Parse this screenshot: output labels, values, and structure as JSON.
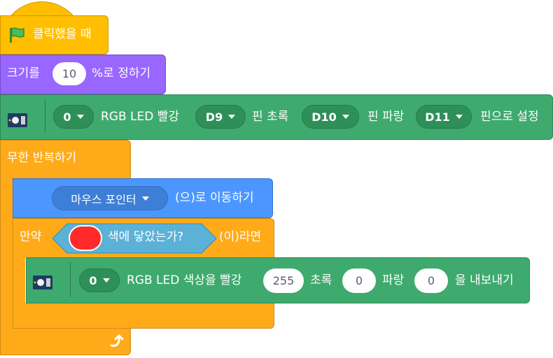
{
  "colors": {
    "events": "#ffbf00",
    "looks": "#9966ff",
    "extension": "#3faa6e",
    "control": "#ffab19",
    "motion": "#4c97ff",
    "sensing": "#5cb1d6",
    "swatch": "#ff2a2a"
  },
  "when_flag": {
    "icon": "green-flag-icon",
    "label": "클릭했을 때"
  },
  "set_size": {
    "label_pre": "크기를",
    "value": "10",
    "label_post": "%로 정하기"
  },
  "led_setup": {
    "icon": "led-module-icon",
    "led_index": "0",
    "label1": "RGB LED 빨강",
    "red_pin": "D9",
    "label2": "핀 초록",
    "green_pin": "D10",
    "label3": "핀 파랑",
    "blue_pin": "D11",
    "label4": "핀으로 설정"
  },
  "forever": {
    "label": "무한 반복하기",
    "loop_icon": "loop-arrow-icon"
  },
  "go_to": {
    "target": "마우스 포인터",
    "label": "(으)로 이동하기"
  },
  "if_block": {
    "label_pre": "만약",
    "label_post": "(이)라면"
  },
  "touching_color": {
    "label": "색에 닿았는가?"
  },
  "led_output": {
    "icon": "led-module-icon",
    "led_index": "0",
    "label1": "RGB LED 색상을 빨강",
    "red": "255",
    "label2": "초록",
    "green": "0",
    "label3": "파랑",
    "blue": "0",
    "label4": "을 내보내기"
  }
}
